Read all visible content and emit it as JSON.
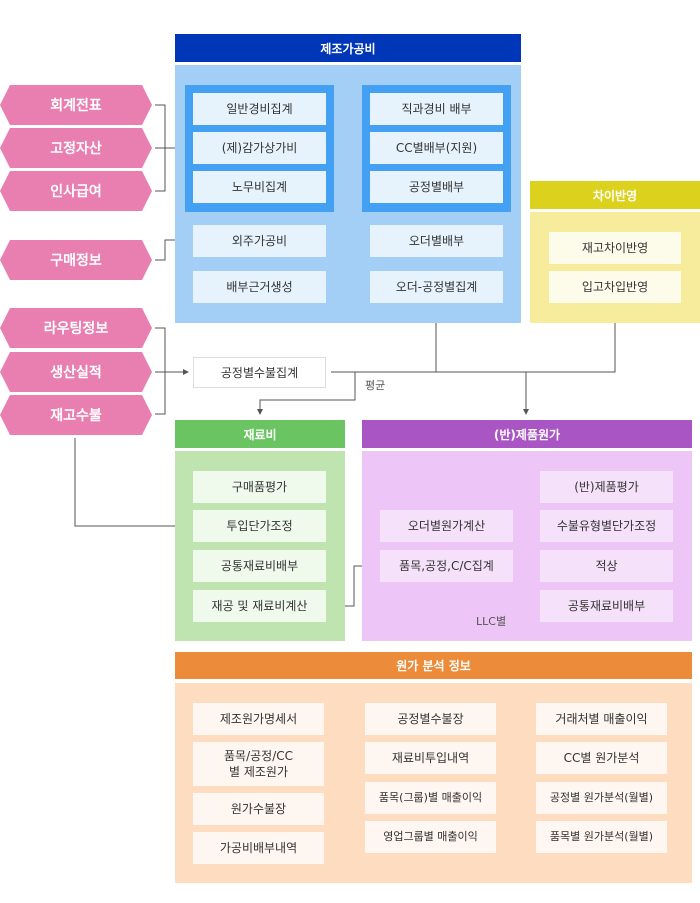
{
  "sources": {
    "group1": [
      "회계전표",
      "고정자산",
      "인사급여"
    ],
    "group2": [
      "구매정보"
    ],
    "group3": [
      "라우팅정보",
      "생산실적",
      "재고수불"
    ]
  },
  "manufacturing_overhead": {
    "title": "제조가공비",
    "left_group": [
      "일반경비집계",
      "(제)감가상가비",
      "노무비집계"
    ],
    "right_group": [
      "직과경비 배부",
      "CC별배부(지원)",
      "공정별배부"
    ],
    "outsourcing": "외주가공비",
    "allocation_basis": "배부근거생성",
    "order_allocation": "오더별배부",
    "order_process_sum": "오더-공정별집계"
  },
  "variance": {
    "title": "차이반영",
    "items": [
      "재고차이반영",
      "입고차입반영"
    ]
  },
  "process_inout": "공정별수불집계",
  "average_label": "평균",
  "material_cost": {
    "title": "재료비",
    "items": [
      "구매품평가",
      "투입단가조정",
      "공통재료비배부",
      "재공 및 재료비계산"
    ]
  },
  "product_cost": {
    "title": "(반)제품원가",
    "left": [
      "오더별원가계산",
      "품목,공정,C/C집계"
    ],
    "right": [
      "(반)제품평가",
      "수불유형별단가조정",
      "적상",
      "공통재료비배부"
    ],
    "llc_label": "LLC별"
  },
  "analysis": {
    "title": "원가 분석 정보",
    "col1": [
      "제조원가명세서",
      "품목/공정/CC\n별 제조원가",
      "원가수불장",
      "가공비배부내역"
    ],
    "col2": [
      "공정별수불장",
      "재료비투입내역",
      "품목(그룹)별 매출이익",
      "영업그룹별 매출이익"
    ],
    "col3": [
      "거래처별 매출이익",
      "CC별 원가분석",
      "공정별 원가분석(월별)",
      "품목별 원가분석(월별)"
    ]
  },
  "colors": {
    "overhead_header": "#0037b8",
    "overhead_panel": "#a3cff7",
    "overhead_group": "#44a0f2",
    "overhead_box": "#e6f3fd",
    "variance_header": "#dcd21e",
    "variance_panel": "#f6ec9c",
    "material_header": "#6bc462",
    "material_panel": "#bfe4b0",
    "product_header": "#a955c4",
    "product_panel": "#eec5f7",
    "analysis_header": "#ec8b39",
    "analysis_panel": "#fddcc0",
    "source": "#e87fb0"
  }
}
